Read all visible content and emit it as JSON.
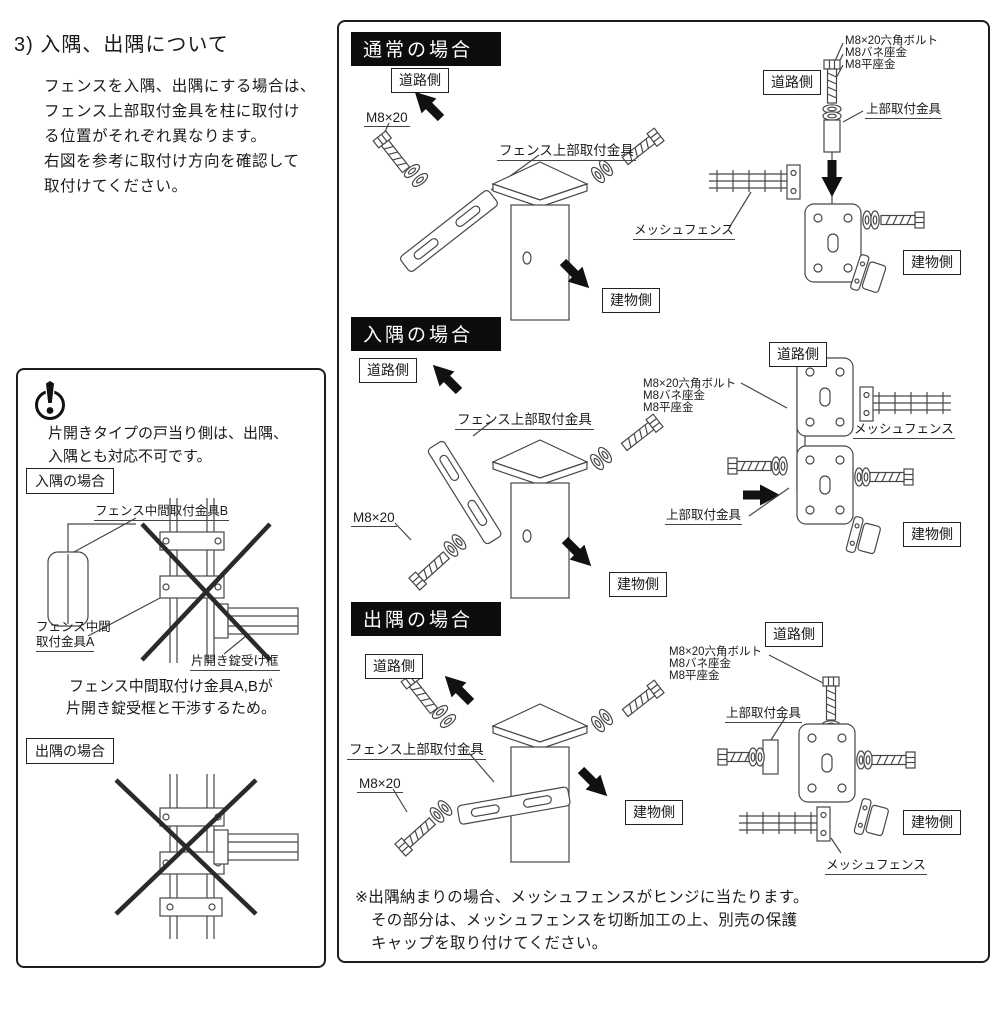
{
  "document": {
    "title": "3) 入隅、出隅について",
    "intro": [
      "フェンスを入隅、出隅にする場合は、",
      "フェンス上部取付金具を柱に取付け",
      "る位置がそれぞれ異なります。",
      "右図を参考に取付け方向を確認して",
      "取付けてください。"
    ]
  },
  "caution": {
    "note": [
      "片開きタイプの戸当り側は、出隅、",
      "入隅とも対応不可です。"
    ],
    "irisumi_heading": "入隅の場合",
    "bracket_b_label": "フェンス中間取付金具B",
    "bracket_a_label": [
      "フェンス中間",
      "取付金具A"
    ],
    "latch_label": "片開き錠受け框",
    "reason": [
      "フェンス中間取付け金具A,Bが",
      "片開き錠受框と干渉するため。"
    ],
    "desumi_heading": "出隅の場合"
  },
  "panel": {
    "normal": {
      "header": "通常の場合",
      "road_side_left": "道路側",
      "bolt_size": "M8×20",
      "fence_upper_bracket": "フェンス上部取付金具",
      "building_side_left": "建物側",
      "parts": [
        "M8×20六角ボルト",
        "M8バネ座金",
        "M8平座金"
      ],
      "road_side_right": "道路側",
      "upper_bracket": "上部取付金具",
      "mesh_fence": "メッシュフェンス",
      "building_side_right": "建物側"
    },
    "irisumi": {
      "header": "入隅の場合",
      "road_side_left": "道路側",
      "bolt_size": "M8×20",
      "fence_upper_bracket": "フェンス上部取付金具",
      "building_side_left": "建物側",
      "parts": [
        "M8×20六角ボルト",
        "M8バネ座金",
        "M8平座金"
      ],
      "road_side_right": "道路側",
      "upper_bracket": "上部取付金具",
      "mesh_fence": "メッシュフェンス",
      "building_side_right": "建物側"
    },
    "desumi": {
      "header": "出隅の場合",
      "road_side_left": "道路側",
      "bolt_size": "M8×20",
      "fence_upper_bracket": "フェンス上部取付金具",
      "building_side_left": "建物側",
      "parts": [
        "M8×20六角ボルト",
        "M8バネ座金",
        "M8平座金"
      ],
      "road_side_right": "道路側",
      "upper_bracket": "上部取付金具",
      "mesh_fence": "メッシュフェンス",
      "building_side_right": "建物側"
    },
    "footnote": [
      "※出隅納まりの場合、メッシュフェンスがヒンジに当たります。",
      "その部分は、メッシュフェンスを切断加工の上、別売の保護",
      "キャップを取り付けてください。"
    ]
  }
}
